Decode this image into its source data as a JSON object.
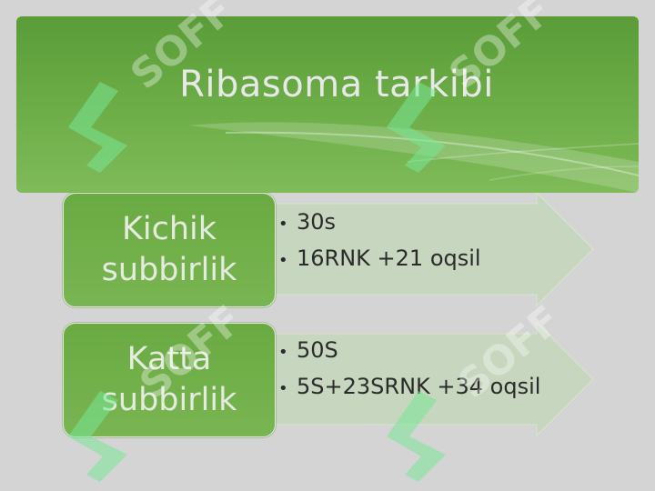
{
  "title": "Ribasoma tarkibi",
  "rows": [
    {
      "label_line1": "Kichik",
      "label_line2": "subbirlik",
      "bullets": [
        "30s",
        "16RNK +21 oqsil"
      ]
    },
    {
      "label_line1": "Katta",
      "label_line2": "subbirlik",
      "bullets": [
        "50S",
        "5S+23SRNK +34 oqsil"
      ]
    }
  ],
  "watermark_text": "SOFF",
  "colors": {
    "banner_green": "#6aab45",
    "box_green": "#6faf47",
    "arrow_fill": "#c6d6bd",
    "background": "#d4d4d4"
  }
}
